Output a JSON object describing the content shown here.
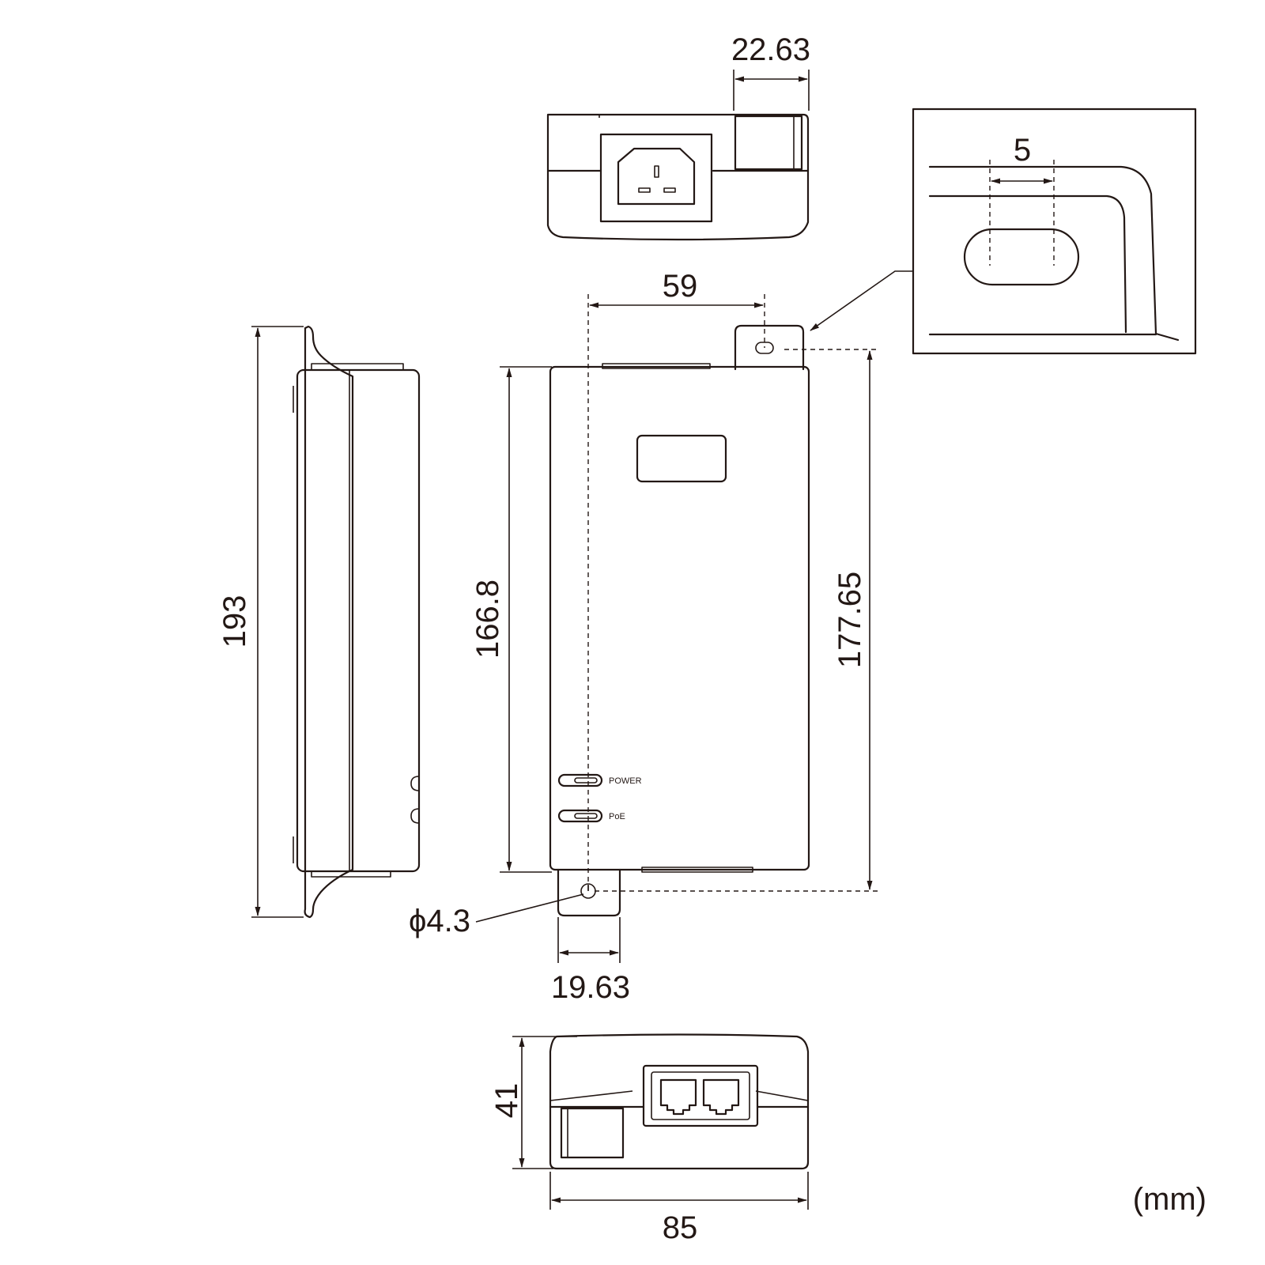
{
  "dimensions": {
    "top_tab_offset": "22.63",
    "detail_slot_width": "5",
    "mount_hole_spacing": "59",
    "overall_length": "193",
    "body_length": "166.8",
    "mount_hole_pitch": "177.65",
    "hole_diameter": "ϕ4.3",
    "bottom_tab_width": "19.63",
    "height": "41",
    "width": "85"
  },
  "labels": {
    "power_led": "POWER",
    "poe_led": "PoE",
    "units": "(mm)"
  }
}
